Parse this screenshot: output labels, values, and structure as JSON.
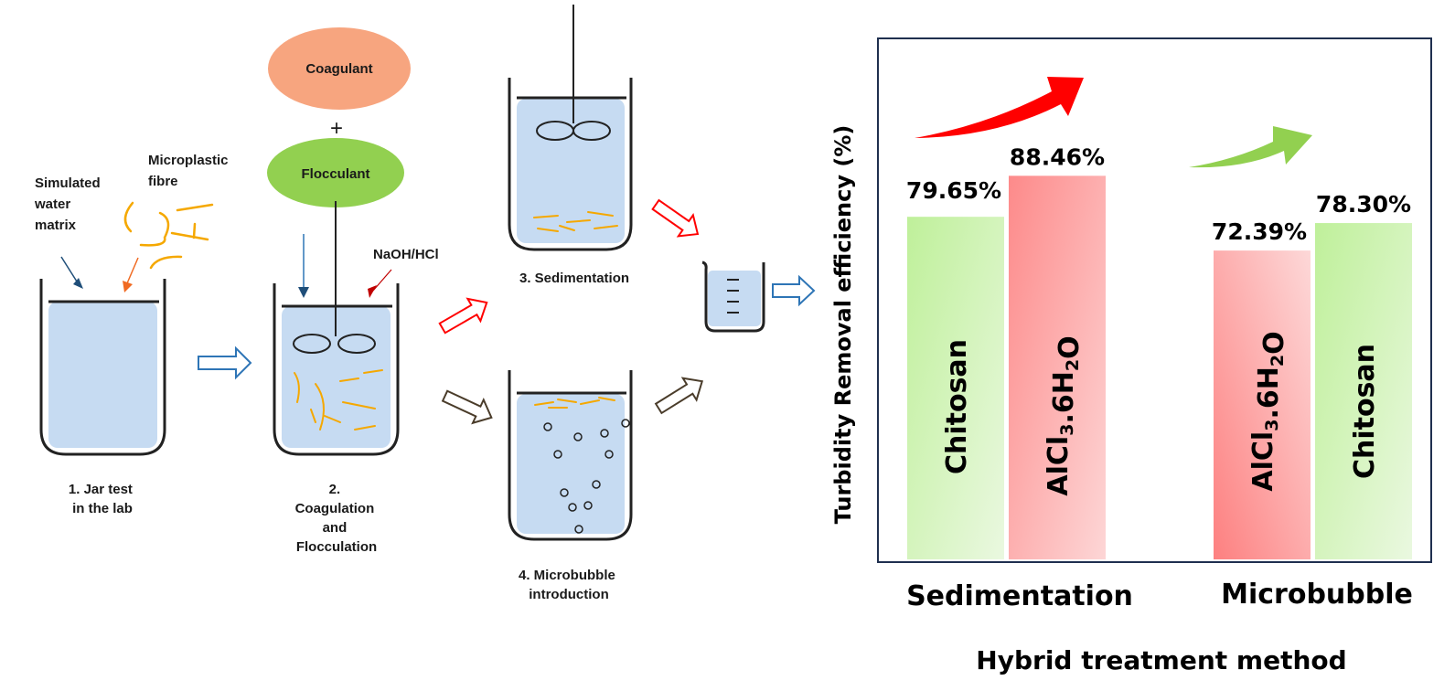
{
  "diagram": {
    "simulated_water": [
      "Simulated",
      "water",
      "matrix"
    ],
    "microplastic": [
      "Microplastic",
      "fibre"
    ],
    "coagulant": "Coagulant",
    "plus": "+",
    "flocculant": "Flocculant",
    "ph_adjust": "NaOH/HCl",
    "step1": [
      "1. Jar test",
      "in the lab"
    ],
    "step2": [
      "2.",
      "Coagulation",
      "and",
      "Flocculation"
    ],
    "step3": "3. Sedimentation",
    "step4": [
      "4.  Microbubble",
      "introduction"
    ],
    "colors": {
      "water": "#c6dbf2",
      "fibre": "#f5a800",
      "coagulant": "#f7a57f",
      "flocculant": "#92d050",
      "flow_blue": "#2e75b6",
      "flow_red": "#ff0000",
      "flow_brown": "#4a3c2a"
    }
  },
  "chart_data": {
    "type": "bar",
    "ylabel": "Turbidity Removal efficiency (%)",
    "xlabel": "Hybrid treatment method",
    "categories": [
      "Sedimentation",
      "Microbubble"
    ],
    "ylim": [
      6,
      118
    ],
    "bars": [
      {
        "group": "Sedimentation",
        "label": "Chitosan",
        "value": 79.65,
        "value_label": "79.65%",
        "color": "green"
      },
      {
        "group": "Sedimentation",
        "label": "AlCl3.6H2O",
        "value": 88.46,
        "value_label": "88.46%",
        "color": "red"
      },
      {
        "group": "Microbubble",
        "label": "AlCl3.6H2O",
        "value": 72.39,
        "value_label": "72.39%",
        "color": "red"
      },
      {
        "group": "Microbubble",
        "label": "Chitosan",
        "value": 78.3,
        "value_label": "78.30%",
        "color": "green"
      }
    ],
    "trend_arrows": [
      {
        "group": "Sedimentation",
        "color": "#ff0000"
      },
      {
        "group": "Microbubble",
        "color": "#92d050"
      }
    ]
  }
}
